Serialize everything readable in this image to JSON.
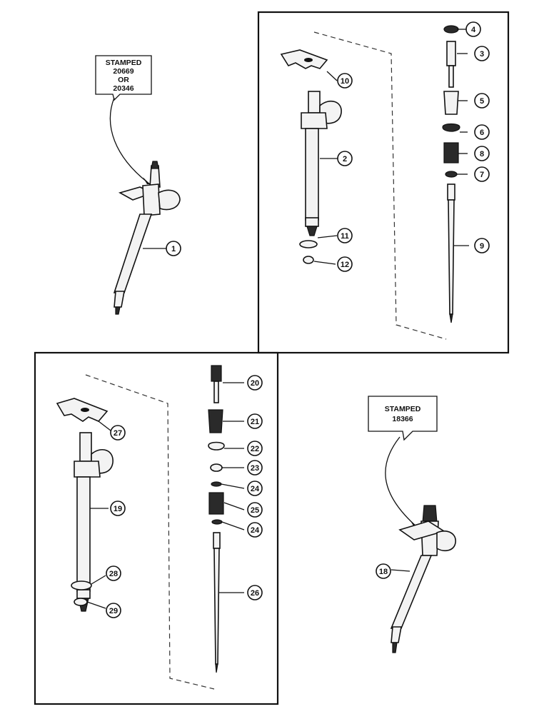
{
  "tags": [
    {
      "id": "tag-left",
      "lines": [
        "STAMPED",
        "20669",
        "OR",
        "20346"
      ]
    },
    {
      "id": "tag-right",
      "lines": [
        "STAMPED",
        "18366"
      ]
    }
  ],
  "callouts": [
    "1",
    "2",
    "3",
    "4",
    "5",
    "6",
    "7",
    "8",
    "9",
    "10",
    "11",
    "12",
    "18",
    "19",
    "20",
    "21",
    "22",
    "23",
    "24",
    "24",
    "25",
    "26",
    "27",
    "28",
    "29"
  ],
  "colors": {
    "ink": "#111111",
    "paper": "#ffffff"
  }
}
